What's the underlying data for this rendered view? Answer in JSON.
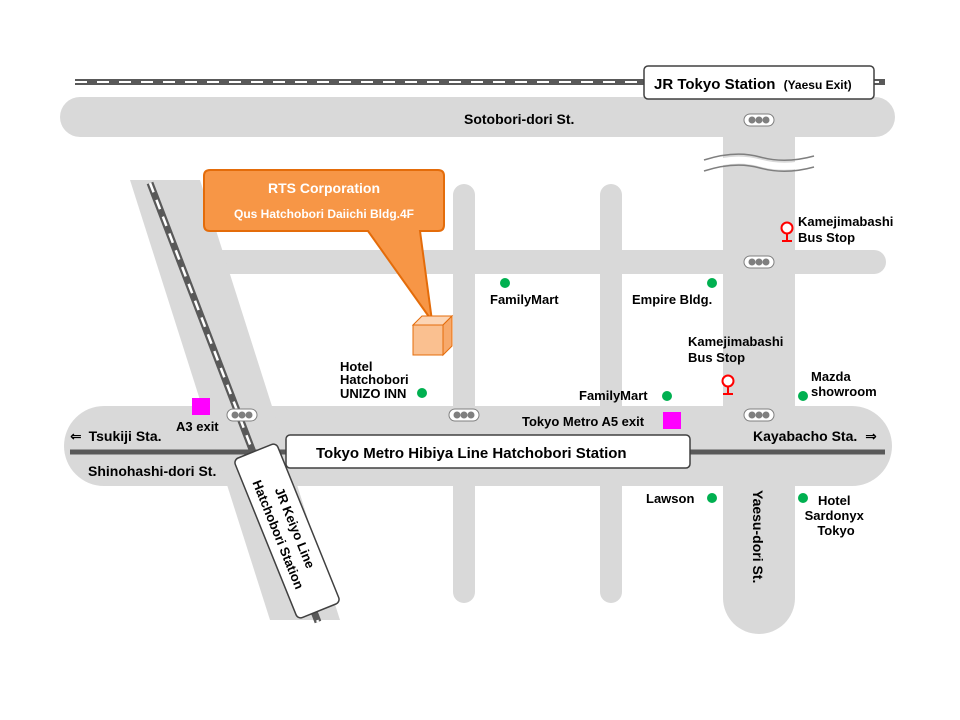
{
  "callout": {
    "company": "RTS Corporation",
    "building": "Qus Hatchobori Daiichi Bldg.4F"
  },
  "stations": {
    "jr_tokyo": "JR Tokyo Station",
    "jr_tokyo_exit": "(Yaesu Exit)",
    "hibiya_hatchobori": "Tokyo Metro Hibiya Line Hatchobori Station",
    "keiyo_line": "JR Keiyo Line",
    "keiyo_station": "Hatchobori Station"
  },
  "streets": {
    "sotobori": "Sotobori-dori St.",
    "shinohashi": "Shinohashi-dori St.",
    "yaesu": "Yaesu-dori St."
  },
  "directions": {
    "tsukiji": "Tsukiji Sta.",
    "kayabacho": "Kayabacho Sta."
  },
  "exits": {
    "a3": "A3 exit",
    "a5": "Tokyo Metro A5 exit"
  },
  "bus_stops": {
    "north_line1": "Kamejimabashi",
    "north_line2": "Bus Stop",
    "south_line1": "Kamejimabashi",
    "south_line2": "Bus Stop"
  },
  "landmarks": {
    "familymart_north": "FamilyMart",
    "empire_bldg": "Empire Bldg.",
    "hotel_unizo_line1": "Hotel",
    "hotel_unizo_line2": "Hatchobori",
    "hotel_unizo_line3": "UNIZO INN",
    "familymart_south": "FamilyMart",
    "mazda_line1": "Mazda",
    "mazda_line2": "showroom",
    "lawson": "Lawson",
    "sardonyx_line1": "Hotel",
    "sardonyx_line2": "Sardonyx",
    "sardonyx_line3": "Tokyo"
  },
  "colors": {
    "road": "#d9d9d9",
    "rail": "#595959",
    "callout_fill": "#f79646",
    "callout_stroke": "#e46c0a",
    "building": "#fac090",
    "landmark_dot": "#00b050",
    "exit_square": "#ff00ff",
    "bus_stop": "#ff0000"
  },
  "icons": {
    "left_arrow": "⇐",
    "right_arrow": "⇒",
    "signal": "traffic-signal-icon",
    "bus": "bus-stop-icon",
    "exit": "subway-exit-icon",
    "landmark": "landmark-dot-icon",
    "building": "building-icon"
  }
}
